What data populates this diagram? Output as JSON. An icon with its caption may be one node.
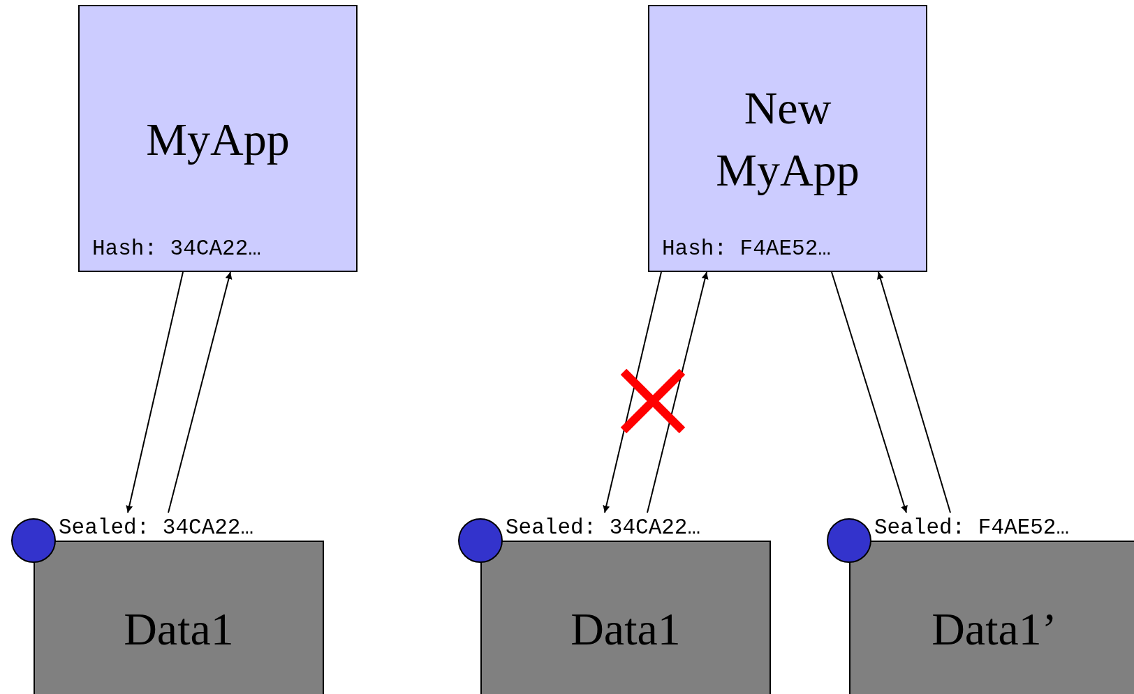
{
  "diagram": {
    "nodes": [
      {
        "text": [
          "MyApp",
          "Hash: 34CA22…"
        ]
      },
      {
        "text": [
          "New MyApp",
          "Hash: F4AE52…"
        ]
      },
      {
        "text": [
          "Sealed: 34CA22…",
          "Data1"
        ]
      },
      {
        "text": [
          "Sealed: 34CA22…",
          "Data1"
        ]
      },
      {
        "text": [
          "Sealed: F4AE52…",
          "Data1’"
        ]
      }
    ],
    "edges": [
      {
        "from": 0,
        "to": 2,
        "arrow": "to"
      },
      {
        "from": 2,
        "to": 0,
        "arrow": "to"
      },
      {
        "from": 1,
        "to": 3,
        "arrow": "to"
      },
      {
        "from": 3,
        "to": 1,
        "arrow": "to"
      },
      {
        "from": 1,
        "to": 4,
        "arrow": "to"
      },
      {
        "from": 4,
        "to": 1,
        "arrow": "to"
      }
    ]
  }
}
